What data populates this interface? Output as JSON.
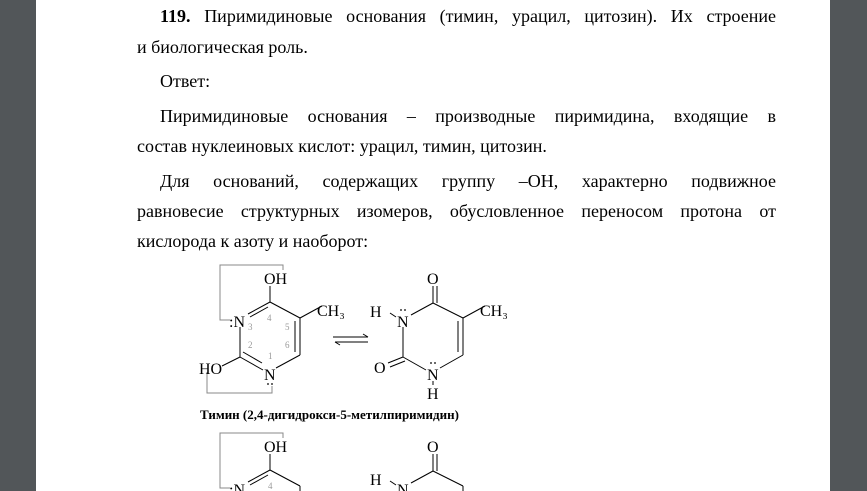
{
  "doc": {
    "number": "119.",
    "title_l1": "Пиримидиновые основания (тимин, урацил, цитозин). Их строение",
    "title_l2": "и биологическая роль.",
    "answer_label": "Ответ:",
    "p1_l1": "Пиримидиновые основания – производные пиримидина, входящие в",
    "p1_l2": "состав нуклеиновых кислот: урацил, тимин, цитозин.",
    "p2_l1": "Для оснований, содержащих группу –ОН, характерно подвижное",
    "p2_l2": "равновесие структурных изомеров, обусловленное переносом протона от",
    "p2_l3": "кислорода к азоту и наоборот:"
  },
  "figure": {
    "oh": "OH",
    "ho": "HO",
    "n": "N",
    "n3": ":N",
    "ch3": "CH₃",
    "o": "O",
    "h": "H",
    "nums": [
      "1",
      "2",
      "3",
      "4",
      "5",
      "6"
    ],
    "caption": "Тимин (2,4-дигидрокси-5-метилпиримидин)"
  }
}
